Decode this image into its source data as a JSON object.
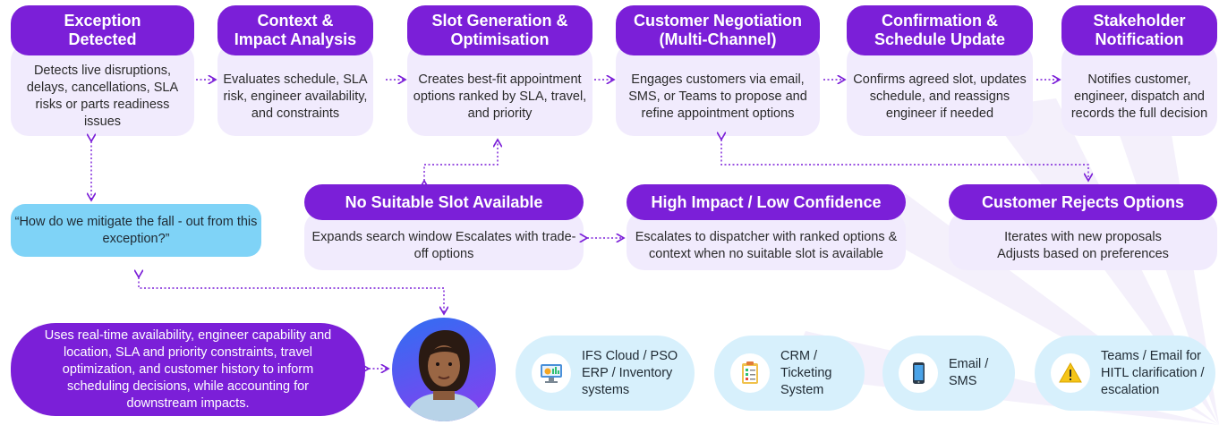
{
  "colors": {
    "accent": "#7b1fd8",
    "card_bg": "#f1ebfd",
    "quote_bg": "#7fd3f7",
    "system_bg": "#d7f0fc"
  },
  "steps": [
    {
      "title": "Exception\nDetected",
      "body": "Detects live disruptions, delays, cancellations, SLA risks or parts readiness issues"
    },
    {
      "title": "Context &\nImpact Analysis",
      "body": "Evaluates schedule, SLA risk, engineer availability, and constraints"
    },
    {
      "title": "Slot Generation &\nOptimisation",
      "body": "Creates best-fit appointment options ranked by SLA, travel, and priority"
    },
    {
      "title": "Customer Negotiation\n(Multi-Channel)",
      "body": "Engages customers via email, SMS, or Teams to propose and refine appointment options"
    },
    {
      "title": "Confirmation &\nSchedule Update",
      "body": "Confirms agreed slot, updates schedule, and reassigns engineer if needed"
    },
    {
      "title": "Stakeholder\nNotification",
      "body": "Notifies customer, engineer, dispatch and records the full decision"
    }
  ],
  "branches": [
    {
      "title": "No Suitable Slot Available",
      "body": "Expands search window Escalates with trade-off options"
    },
    {
      "title": "High Impact / Low Confidence",
      "body": "Escalates to dispatcher with ranked options & context when no suitable slot is available"
    },
    {
      "title": "Customer Rejects Options",
      "body": "Iterates with new proposals\nAdjusts based on preferences"
    }
  ],
  "question": "“How do we mitigate the fall - out from this exception?”",
  "agent_description": "Uses real-time availability, engineer capability and location, SLA and priority constraints, travel optimization, and customer history to inform scheduling decisions, while accounting for downstream impacts.",
  "systems": [
    {
      "label": "IFS Cloud / PSO\nERP / Inventory\nsystems",
      "icon": "monitor-gear-icon"
    },
    {
      "label": "CRM /\nTicketing\nSystem",
      "icon": "clipboard-checklist-icon"
    },
    {
      "label": "Email /\nSMS",
      "icon": "smartphone-icon"
    },
    {
      "label": "Teams / Email for\nHITL clarification /\nescalation",
      "icon": "warning-icon"
    }
  ]
}
